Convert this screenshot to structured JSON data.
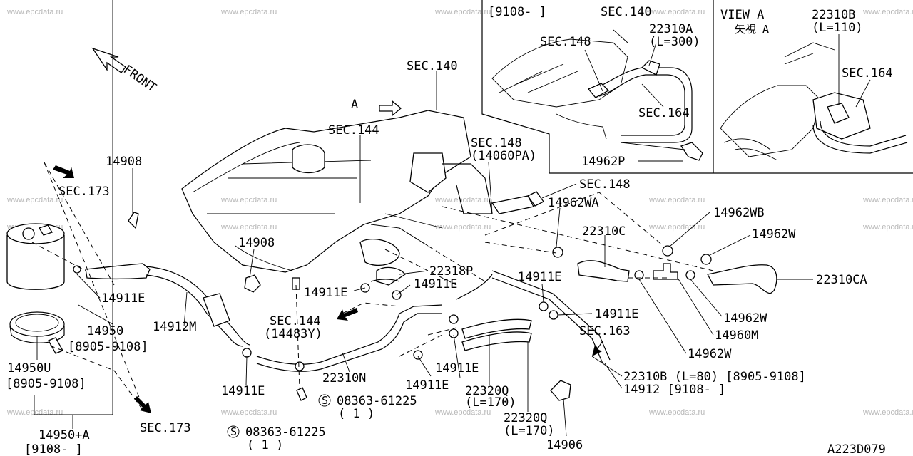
{
  "watermark": "www.epcdata.ru",
  "diagram_code": "A223D079",
  "front_label": "FRONT",
  "view_marker": "A",
  "inset_top": {
    "date_range": "[9108-  ]",
    "sec140": "SEC.140",
    "sec148": "SEC.148",
    "part_22310A": "22310A",
    "len_22310A": "(L=300)",
    "sec164": "SEC.164",
    "part_14962P": "14962P"
  },
  "inset_view": {
    "title": "VIEW A",
    "title_jp": "矢視  A",
    "part_22310B": "22310B",
    "len_22310B": "(L=110)",
    "sec164": "SEC.164"
  },
  "labels": {
    "sec140": "SEC.140",
    "sec144_top": "SEC.144",
    "sec148_a": "SEC.148",
    "sec148_a_sub": "(14060PA)",
    "sec148_b": "SEC.148",
    "sec173_top": "SEC.173",
    "p14908_top": "14908",
    "p14908_mid": "14908",
    "p14911E_left": "14911E",
    "p14912M": "14912M",
    "p14950": "14950",
    "p14950_date": "[8905-9108]",
    "p14950U": "14950U",
    "p14950U_date": "[8905-9108]",
    "p14950A": "14950+A",
    "p14950A_date": "[9108-   ]",
    "sec173_bottom": "SEC.173",
    "p14911E_a": "14911E",
    "p14911E_b": "14911E",
    "p22318P": "22318P",
    "sec144_mid": "SEC.144",
    "sec144_mid_sub": "(14483Y)",
    "p14911E_c": "14911E",
    "p22310N": "22310N",
    "p14911E_d": "14911E",
    "p14911E_e": "14911E",
    "screw_1": "08363-61225",
    "screw_1_qty": "( 1 )",
    "screw_2": "08363-61225",
    "screw_2_qty": "( 1 )",
    "p22320Q_a": "22320Q",
    "p22320Q_a_len": "(L=170)",
    "p22320Q_b": "22320Q",
    "p22320Q_b_len": "(L=170)",
    "p14906": "14906",
    "p14962WA": "14962WA",
    "p22310C": "22310C",
    "p14962WB": "14962WB",
    "p14962W_a": "14962W",
    "p22310CA": "22310CA",
    "p14911E_f": "14911E",
    "p14911E_g": "14911E",
    "sec163": "SEC.163",
    "p14962W_b": "14962W",
    "p14960M": "14960M",
    "p14962W_c": "14962W",
    "p22310B_row": "22310B (L=80) [8905-9108]",
    "p14912_row": "14912 [9108-   ]"
  }
}
